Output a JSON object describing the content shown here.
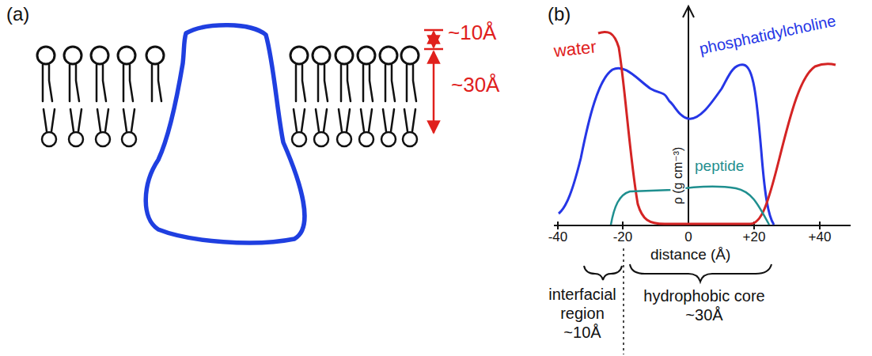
{
  "diagram": {
    "labels": [
      "(a)",
      "~10Å",
      "~30Å",
      "(b)",
      "water",
      "phosphatidylcholine",
      "peptide",
      "ρ (g cm⁻³)",
      "-40",
      "-20",
      "0",
      "+20",
      "+40",
      "distance (Å)",
      "interfacial region ~10Å",
      "hydrophobic core ~30Å"
    ]
  }
}
